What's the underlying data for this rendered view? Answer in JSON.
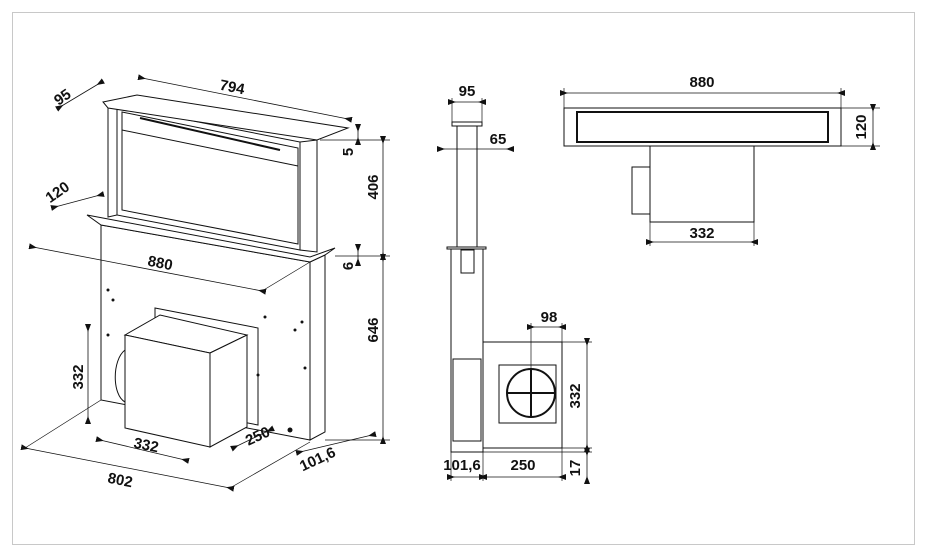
{
  "iso_view": {
    "dims": {
      "top_width": "794",
      "top_depth": "95",
      "glass_depth": "120",
      "base_width": "880",
      "top_gap": "5",
      "raised_height": "406",
      "bottom_gap": "6",
      "body_height": "646",
      "motor_height": "332",
      "motor_width": "332",
      "motor_depth": "250",
      "body_depth": "101,6",
      "body_width": "802"
    }
  },
  "side_view": {
    "dims": {
      "cap_depth": "95",
      "chimney_depth": "65",
      "outlet_offset": "98",
      "motor_height": "332",
      "bottom_offset": "17",
      "body_depth": "101,6",
      "motor_depth": "250"
    }
  },
  "top_view": {
    "dims": {
      "width": "880",
      "depth": "120",
      "motor_width": "332"
    }
  }
}
